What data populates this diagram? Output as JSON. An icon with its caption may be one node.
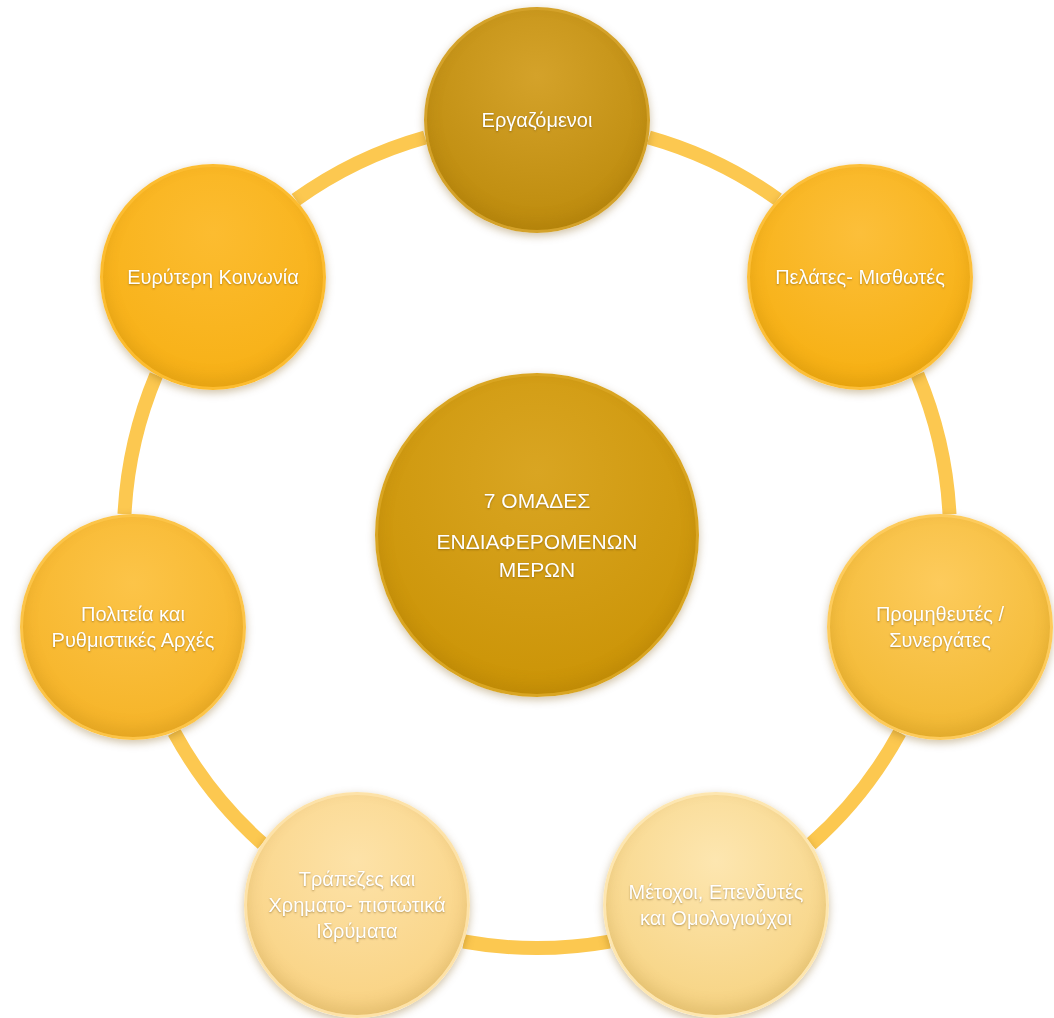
{
  "diagram": {
    "nodes": [
      {
        "text": [
          "Εργαζόμενοι"
        ]
      },
      {
        "text": [
          "Πελάτες- Μισθωτές"
        ]
      },
      {
        "text": [
          "Προμηθευτές / Συνεργάτες"
        ]
      },
      {
        "text": [
          "Μέτοχοι, Επενδυτές και Ομολογιούχοι"
        ]
      },
      {
        "text": [
          "Τράπεζες και Χρηματο- πιστωτικά Ιδρύματα"
        ]
      },
      {
        "text": [
          "Πολιτεία και Ρυθμιστικές Αρχές"
        ]
      },
      {
        "text": [
          "Ευρύτερη Κοινωνία"
        ]
      },
      {
        "text": [
          "7 ΟΜΑΔΕΣ",
          "ΕΝΔΙΑΦΕΡΟΜΕΝΩΝ ΜΕΡΩΝ"
        ]
      }
    ],
    "edges": [
      {
        "from": 0,
        "to": 1,
        "arrow": "none"
      },
      {
        "from": 1,
        "to": 2,
        "arrow": "none"
      },
      {
        "from": 2,
        "to": 3,
        "arrow": "none"
      },
      {
        "from": 3,
        "to": 4,
        "arrow": "none"
      },
      {
        "from": 4,
        "to": 5,
        "arrow": "none"
      },
      {
        "from": 5,
        "to": 6,
        "arrow": "none"
      },
      {
        "from": 6,
        "to": 0,
        "arrow": "none"
      }
    ]
  }
}
